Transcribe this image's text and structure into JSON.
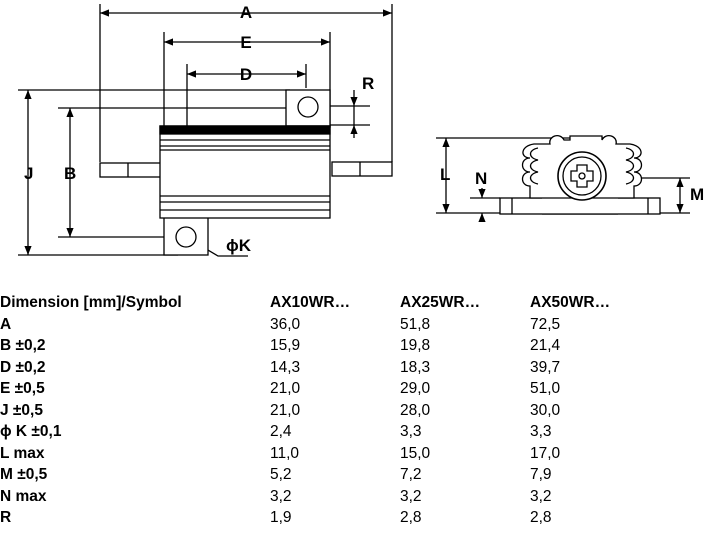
{
  "drawing": {
    "labels": {
      "A": "A",
      "E": "E",
      "D": "D",
      "R": "R",
      "J": "J",
      "B": "B",
      "K": "ϕK",
      "L": "L",
      "N": "N",
      "M": "M"
    }
  },
  "table": {
    "headers": [
      "Dimension [mm]/Symbol",
      "AX10WR…",
      "AX25WR…",
      "AX50WR…"
    ],
    "rows": [
      {
        "symbol": "A",
        "v1": "36,0",
        "v2": "51,8",
        "v3": "72,5"
      },
      {
        "symbol": "B ±0,2",
        "v1": "15,9",
        "v2": "19,8",
        "v3": "21,4"
      },
      {
        "symbol": "D ±0,2",
        "v1": "14,3",
        "v2": "18,3",
        "v3": "39,7"
      },
      {
        "symbol": "E ±0,5",
        "v1": "21,0",
        "v2": "29,0",
        "v3": "51,0"
      },
      {
        "symbol": "J ±0,5",
        "v1": "21,0",
        "v2": "28,0",
        "v3": "30,0"
      },
      {
        "symbol": "ϕ K ±0,1",
        "v1": "2,4",
        "v2": "3,3",
        "v3": "3,3"
      },
      {
        "symbol": "L max",
        "v1": "11,0",
        "v2": "15,0",
        "v3": "17,0"
      },
      {
        "symbol": "M ±0,5",
        "v1": "5,2",
        "v2": "7,2",
        "v3": "7,9"
      },
      {
        "symbol": "N max",
        "v1": "3,2",
        "v2": "3,2",
        "v3": "3,2"
      },
      {
        "symbol": "R",
        "v1": "1,9",
        "v2": "2,8",
        "v3": "2,8"
      }
    ]
  }
}
